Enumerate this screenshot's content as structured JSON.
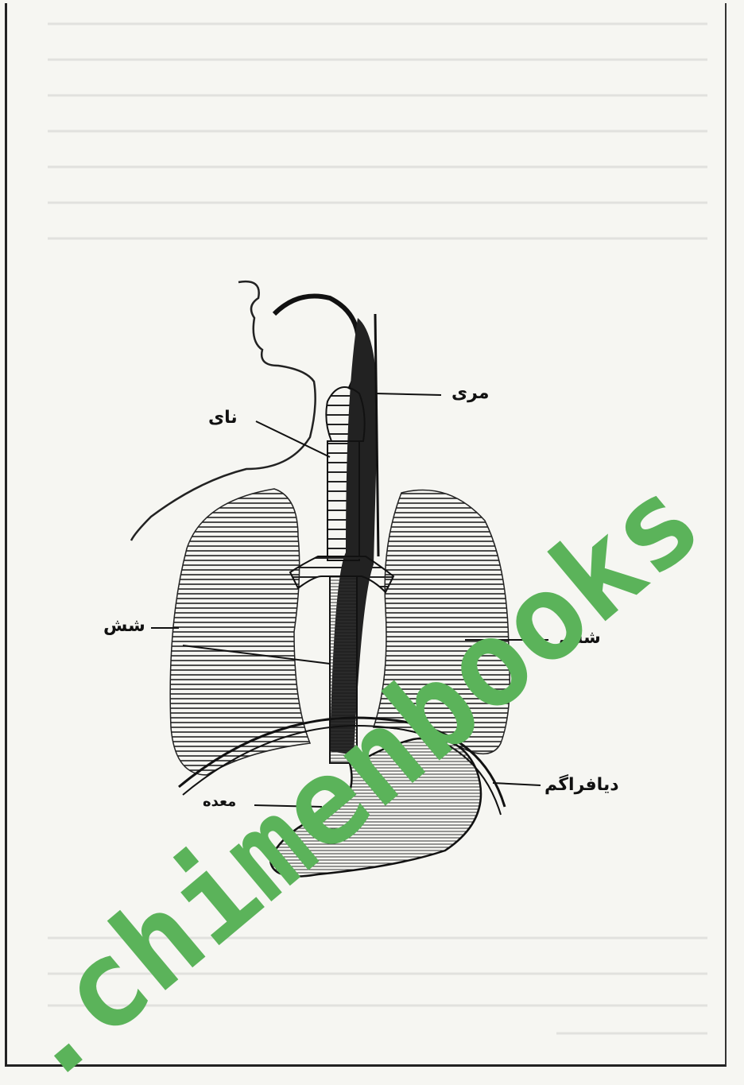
{
  "labels": {
    "esophagus": "مری",
    "trachea": "نای",
    "lung_left": "شش",
    "lung_right": "شش",
    "diaphragm": "دیافراگم",
    "stomach": "معده"
  },
  "watermark": {
    "text": ".chimenbooks",
    "color": "#5bb35a"
  },
  "colors": {
    "ink": "#1a1a1a",
    "paper": "#f6f6f2"
  }
}
